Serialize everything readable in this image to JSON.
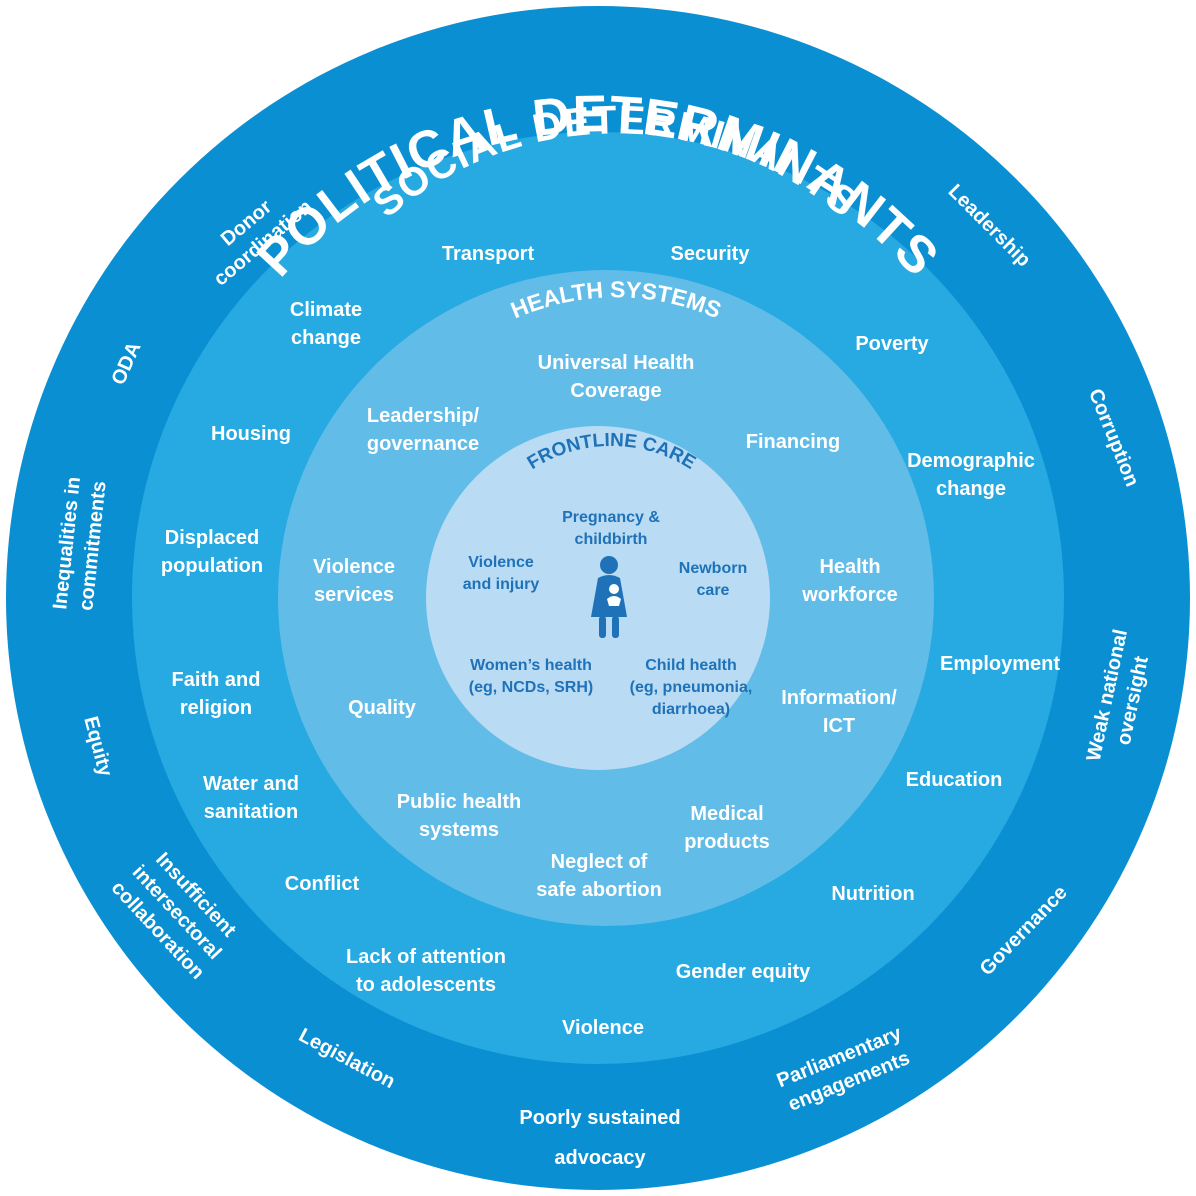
{
  "colors": {
    "political": "#0a8fd3",
    "social": "#27a9e1",
    "health": "#62bce8",
    "frontline": "#b9dbf3",
    "frontline_text": "#1f72b8",
    "ring_text": "#ffffff"
  },
  "political": {
    "title": "POLITICAL DETERMINANTS",
    "items": [
      "Donor coordination",
      "ODA",
      "Inequalities in commitments",
      "Equity",
      "Insufficient intersectoral collaboration",
      "Legislation",
      "Poorly sustained advocacy",
      "Parliamentary engagements",
      "Governance",
      "Weak national oversight",
      "Corruption",
      "Leadership"
    ]
  },
  "social": {
    "title": "SOCIAL DETERMINANTS",
    "items": [
      "Transport",
      "Security",
      "Climate change",
      "Poverty",
      "Housing",
      "Demographic change",
      "Displaced population",
      "Employment",
      "Faith and religion",
      "Education",
      "Water and sanitation",
      "Conflict",
      "Nutrition",
      "Lack of attention to adolescents",
      "Gender equity",
      "Violence"
    ]
  },
  "health_systems": {
    "title": "HEALTH SYSTEMS",
    "items": [
      "Universal Health Coverage",
      "Leadership/ governance",
      "Financing",
      "Violence services",
      "Health workforce",
      "Quality",
      "Information/ ICT",
      "Public health systems",
      "Medical products",
      "Neglect of safe abortion"
    ]
  },
  "frontline": {
    "title": "FRONTLINE CARE",
    "icon": "mother-and-baby-icon",
    "items": [
      "Pregnancy & childbirth",
      "Violence and injury",
      "Newborn care",
      "Women’s health (eg, NCDs, SRH)",
      "Child health (eg, pneumonia, diarrhoea)"
    ]
  }
}
